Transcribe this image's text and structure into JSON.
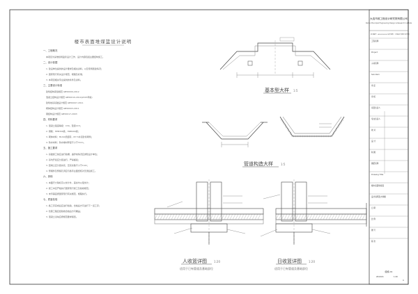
{
  "notes": {
    "title": "楼市表面堆煤篮设计说明",
    "lines": [
      "一、工程概况",
      "本项目为某堆煤场篮筐设计工作，设计内容包括主要结构施工。",
      "二、设计依据",
      "1. 建设单位提供的设计要求及相关资料，以及现场踏勘情况；",
      "2. 国家现行有关设计规范、规程及标准；",
      "3. 本项目相关专业提供的条件及资料。",
      "三、主要设计标准",
      "建筑结构荷载规范 GB50009-2012",
      "混凝土结构设计规范 GB50010-2010(2015年版)",
      "建筑地基基础设计规范 GB50007-2011",
      "砌体结构设计规范 GB50003-2011",
      "钢结构设计规范 GB50017-2003",
      "四、材料要求",
      "1. 混凝土强度等级：C30，垫层C15；",
      "2. 钢筋：HPB300级，HRB400级；",
      "3. 砌体材料：MU10烧结砖，M7.5水泥砂浆砌筑；",
      "4. 防水材料：防水卷材厚度不小于3mm。",
      "五、施工要求",
      "1. 基础施工前应进行验槽，遇异常情况应通知设计单位；",
      "2. 基坑开挖应分层进行，严禁超挖；",
      "3. 回填土应分层夯实，压实系数不小于0.94；",
      "4. 预埋件及预留孔洞应与各专业图纸核对无误后施工。",
      "六、其他",
      "1. 本图尺寸除标高以米计外，其余均以毫米计；",
      "2. 施工中应严格执行国家现行施工及验收规范；",
      "3. 未尽事宜按国家现行有关规范、规程执行。",
      "七、质量检验",
      "1. 各工序完成后应进行检验，合格后方可进行下一道工序；",
      "2. 隐蔽工程应经验收合格后方可覆盖；",
      "3. 混凝土试块应按规范要求留置。"
    ]
  },
  "drawings": {
    "profile_top": {
      "title": "基本型大样",
      "scale": "1:5"
    },
    "profile_mid": {
      "title": "管道构造大样",
      "scale": "1:5"
    },
    "section_left": {
      "title": "人收篮详图",
      "scale": "1:20",
      "subtitle": "适用于已有管道及基础部位"
    },
    "section_right": {
      "title": "日收篮详图",
      "scale": "1:20",
      "subtitle": "适用于已有管道及基础部位"
    }
  },
  "title_block": {
    "company_cn": "大连市政工程设计研究院有限公司",
    "company_en": "Dalian Municipal Engineering Design & Research Institute",
    "cert_line": "证书编号：A000000000 设计资质：工程设计市政行业甲级",
    "rows": [
      "工程名称",
      "Project",
      "子项名称",
      "Sub-item",
      "审  定",
      "审  核",
      "项目负责人",
      "专业负责人",
      "校  对",
      "设  计",
      "制  图",
      "图纸名称",
      "Drawing Title",
      "楼市表面堆煤篮",
      "设计说明及大样图",
      "日  期",
      "比  例",
      "图  号",
      "版  次"
    ],
    "date": "2019.01",
    "drawing_no": "结施-01",
    "scale": "1:20",
    "version": "A"
  },
  "colors": {
    "ink": "#333333",
    "line": "#555555",
    "light": "#999999",
    "paper": "#ffffff"
  }
}
